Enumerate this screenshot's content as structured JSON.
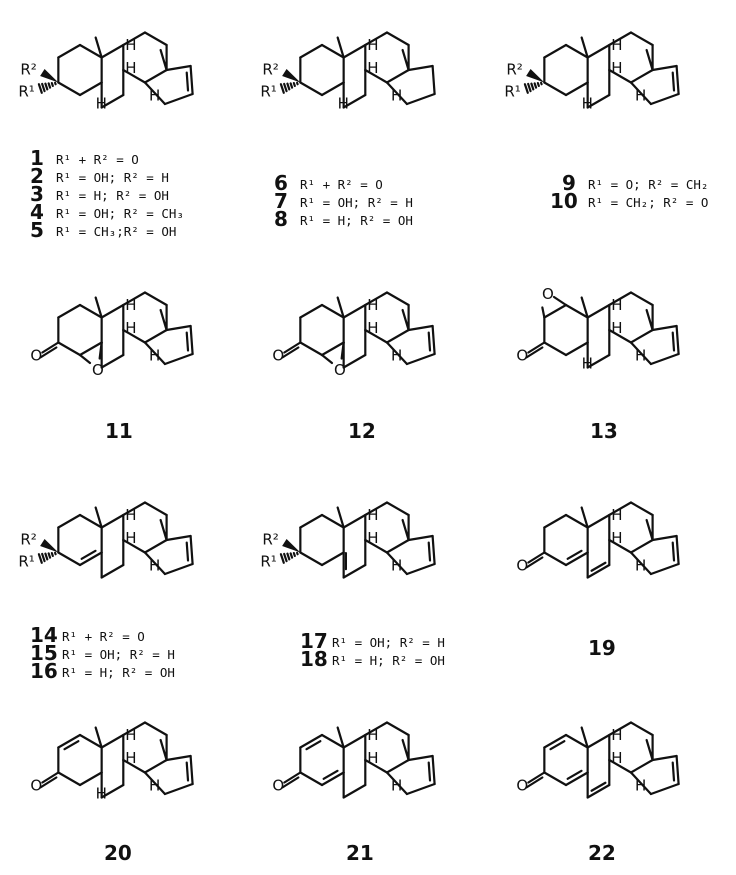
{
  "labels": {
    "H": "H",
    "O": "O",
    "R1": "R¹",
    "R2": "R²"
  },
  "compounds": [
    {
      "number": "1",
      "legend": "R¹ + R² = O",
      "style": "r",
      "ene": true,
      "aH5": true
    },
    {
      "number": "2",
      "legend": "R¹ = OH; R² = H"
    },
    {
      "number": "3",
      "legend": "R¹ = H;  R² = OH"
    },
    {
      "number": "4",
      "legend": "R¹ = OH; R² = CH₃"
    },
    {
      "number": "5",
      "legend": "R¹ = CH₃;R² = OH"
    },
    {
      "number": "6",
      "legend": "R¹ + R² = O",
      "style": "r",
      "ene": false,
      "aH5": true
    },
    {
      "number": "7",
      "legend": "R¹ = OH; R² = H"
    },
    {
      "number": "8",
      "legend": "R¹ = H;  R² = OH"
    },
    {
      "number": "9",
      "legend": "R¹ = O; R² = CH₂",
      "style": "r2",
      "ene": true,
      "aH5": true
    },
    {
      "number": "10",
      "legend": "R¹ = CH₂; R² = O"
    },
    {
      "number": "11",
      "style": "epox45a"
    },
    {
      "number": "12",
      "style": "epox45b"
    },
    {
      "number": "13",
      "style": "epox12"
    },
    {
      "number": "14",
      "legend": "R¹ + R² = O",
      "style": "r4ene"
    },
    {
      "number": "15",
      "legend": "R¹ = OH; R² = H"
    },
    {
      "number": "16",
      "legend": "R¹ = H;  R² = OH"
    },
    {
      "number": "17",
      "legend": "R¹ = OH; R² = H",
      "style": "r5ene"
    },
    {
      "number": "18",
      "legend": "R¹ = H;  R² = OH"
    },
    {
      "number": "19",
      "style": "diene46"
    },
    {
      "number": "20",
      "style": "en1one"
    },
    {
      "number": "21",
      "style": "diene14"
    },
    {
      "number": "22",
      "style": "triene"
    }
  ]
}
